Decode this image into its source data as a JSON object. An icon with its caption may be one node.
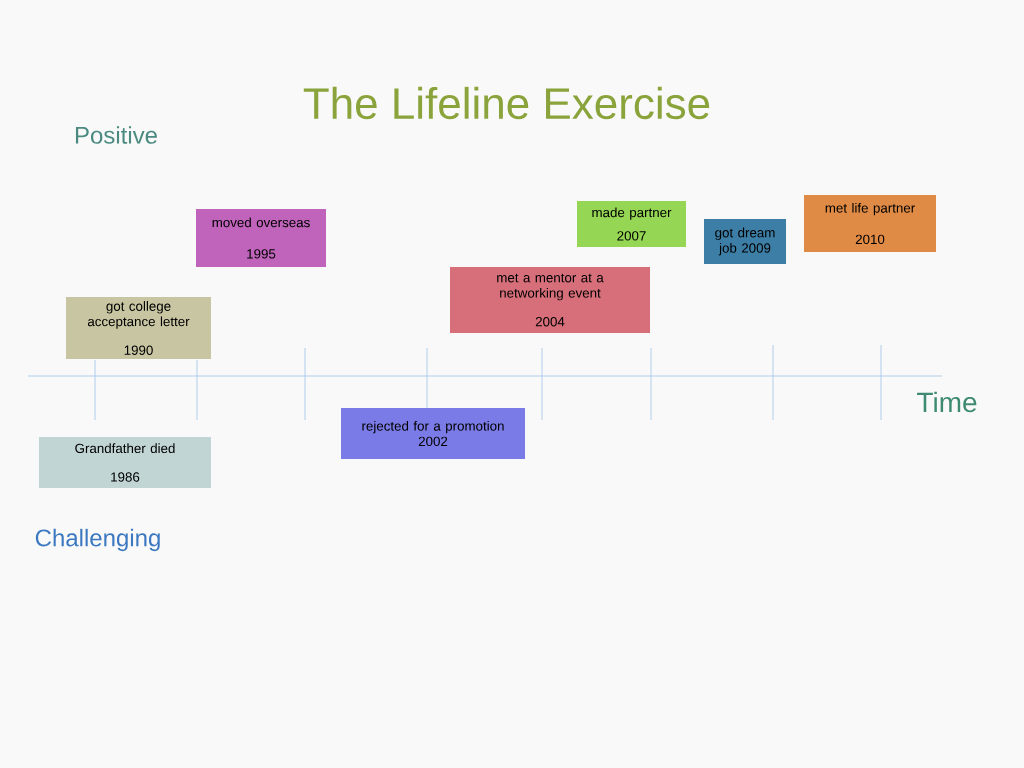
{
  "diagram": {
    "title": "The Lifeline Exercise",
    "nodes": [
      {
        "text": [
          "Grandfather died",
          "1986"
        ]
      },
      {
        "text": [
          "got college acceptance letter",
          "1990"
        ]
      },
      {
        "text": [
          "moved overseas",
          "1995"
        ]
      },
      {
        "text": [
          "rejected for a promotion",
          "2002"
        ]
      },
      {
        "text": [
          "met a mentor at a networking event",
          "2004"
        ]
      },
      {
        "text": [
          "made partner",
          "2007"
        ]
      },
      {
        "text": [
          "got dream job 2009"
        ]
      },
      {
        "text": [
          "met life partner",
          "2010"
        ]
      }
    ],
    "labels": [
      "Positive",
      "Time",
      "Challenging"
    ]
  }
}
